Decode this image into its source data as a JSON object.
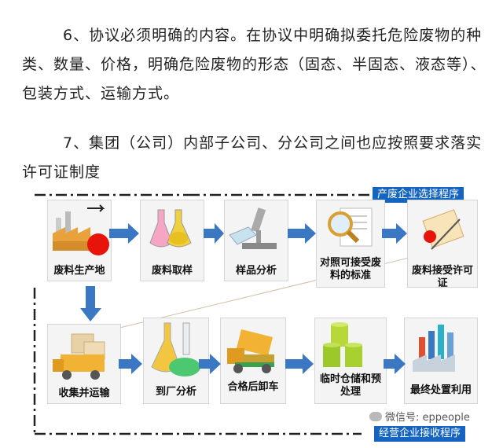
{
  "text": {
    "paragraph_6": "6、协议必须明确的内容。在协议中明确拟委托危险废物的种类、数量、价格，明确危险废物的形态（固态、半固态、液态等）、包装方式、运输方式。",
    "paragraph_7": "7、集团（公司）内部子公司、分公司之间也应按照要求落实许可证制度"
  },
  "diagram": {
    "top_badge": "产废企业选择程序",
    "bottom_badge": "经营企业接收程序",
    "watermark": "微信号: eppeople",
    "row1": [
      "废料生产地",
      "废料取样",
      "样品分析",
      "对照可接受废料的标准",
      "废料接受许可证"
    ],
    "row2": [
      "收集并运输",
      "到厂分析",
      "合格后卸车",
      "临时仓储和预处理",
      "最终处置利用"
    ],
    "colors": {
      "arrow": "#3a78c4",
      "badge": "#1565c0",
      "dashed_line": "#222222",
      "red_dot": "#e8140c"
    },
    "icons": [
      "factory-icon",
      "flasks-icon",
      "microscope-icon",
      "magnifier-document-icon",
      "certificate-icon",
      "truck-boxes-icon",
      "lab-flasks-icon",
      "dump-truck-icon",
      "storage-tanks-icon",
      "factory-charts-icon"
    ]
  }
}
